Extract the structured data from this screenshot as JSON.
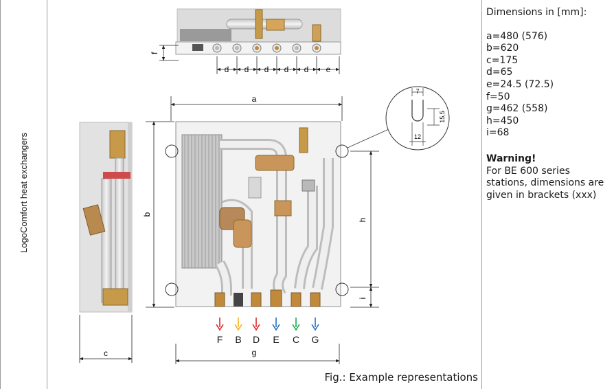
{
  "sidebar": {
    "label": "LogoComfort heat exchangers"
  },
  "dimensions": {
    "title": "Dimensions in [mm]:",
    "items": [
      "a=480 (576)",
      "b=620",
      "c=175",
      "d=65",
      "e=24.5 (72.5)",
      "f=50",
      "g=462 (558)",
      "h=450",
      "i=68"
    ]
  },
  "warning": {
    "title": "Warning!",
    "text": "For BE 600 series stations, dimensions are given in brackets (xxx)"
  },
  "caption": "Fig.: Example representations",
  "drawing": {
    "dim_labels": {
      "a": "a",
      "b": "b",
      "c": "c",
      "d": "d",
      "e": "e",
      "f": "f",
      "g": "g",
      "h": "h",
      "i": "i"
    },
    "detail_labels": {
      "top": "7",
      "side": "15,5",
      "bottom": "12"
    },
    "connections": [
      {
        "letter": "F",
        "color": "#e02424"
      },
      {
        "letter": "B",
        "color": "#f2b01e"
      },
      {
        "letter": "D",
        "color": "#e02424"
      },
      {
        "letter": "E",
        "color": "#1f6fc4"
      },
      {
        "letter": "C",
        "color": "#1aa84a"
      },
      {
        "letter": "G",
        "color": "#1f6fc4"
      }
    ]
  }
}
